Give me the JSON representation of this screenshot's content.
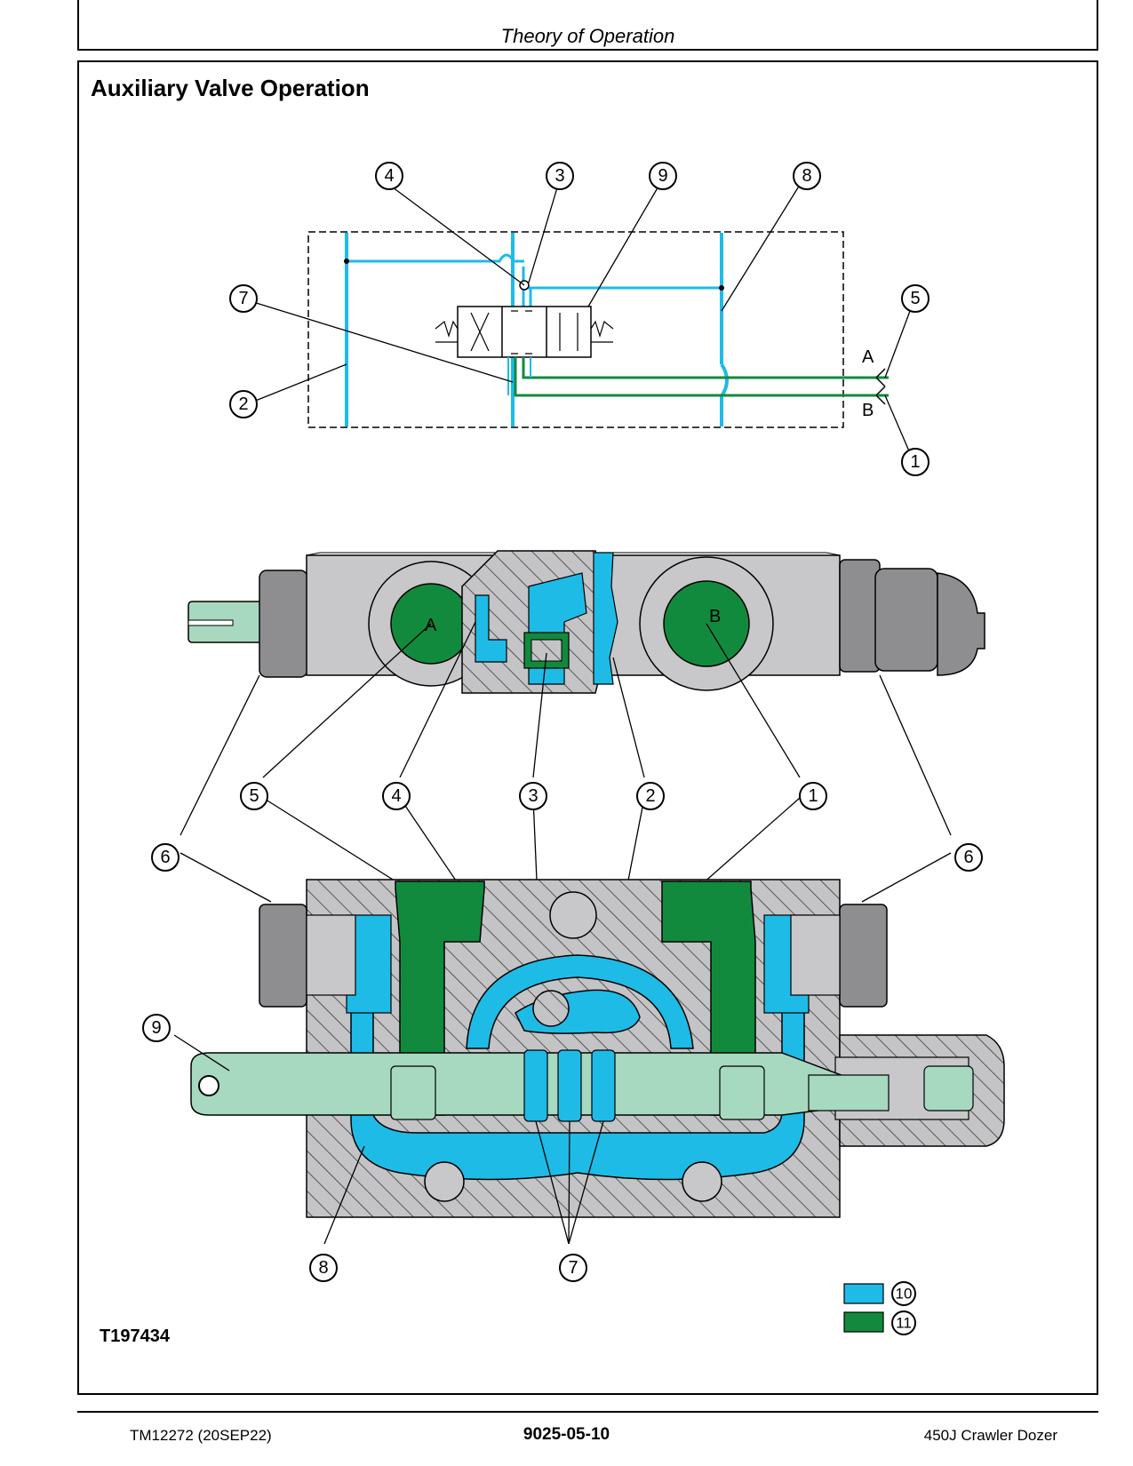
{
  "header": {
    "title": "Theory of Operation"
  },
  "section": {
    "title": "Auxiliary Valve Operation"
  },
  "figure": {
    "id": "T197434",
    "port_a": "A",
    "port_b": "B",
    "callouts": {
      "c1": "1",
      "c2": "2",
      "c3": "3",
      "c4": "4",
      "c5": "5",
      "c6": "6",
      "c7": "7",
      "c8": "8",
      "c9": "9",
      "c10": "10",
      "c11": "11"
    },
    "colors": {
      "light_blue": "#1EBBE6",
      "dark_green": "#128A3E",
      "spool_green": "#A6D9BF",
      "body_gray": "#C8C8CA",
      "hatch_gray": "#BEBEC0",
      "plug_gray": "#8E8E90"
    }
  },
  "footer": {
    "left": "TM12272 (20SEP22)",
    "center": "9025-05-10",
    "right": "450J Crawler Dozer"
  }
}
